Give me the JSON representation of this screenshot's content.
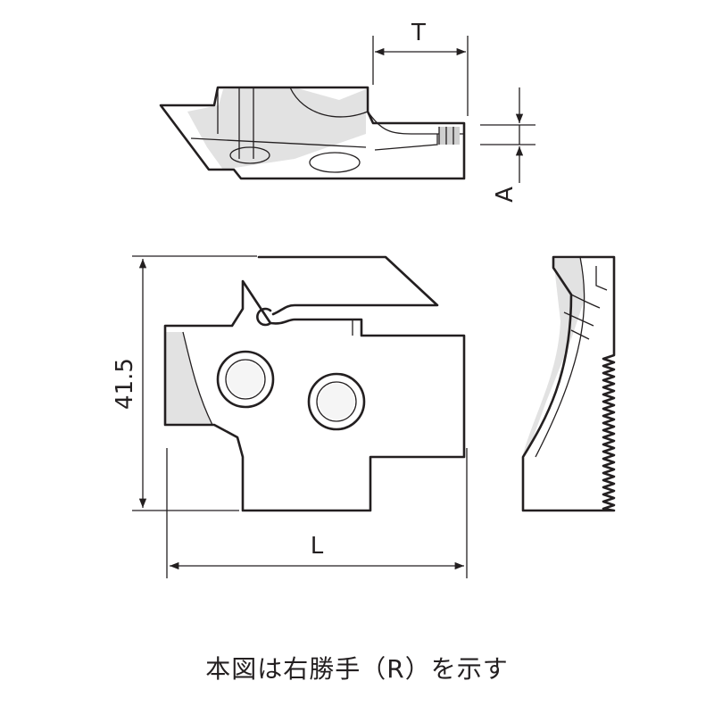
{
  "labels": {
    "t": "T",
    "a": "A",
    "height": "41.5",
    "l": "L"
  },
  "caption": "本図は右勝手（R）を示す"
}
